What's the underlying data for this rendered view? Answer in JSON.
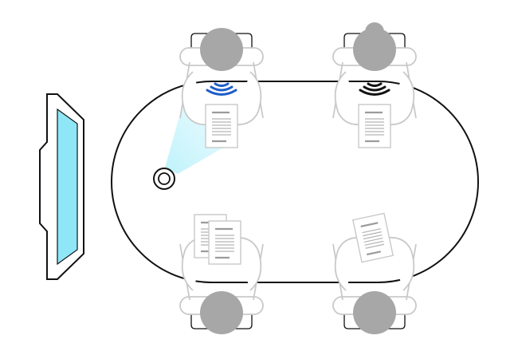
{
  "scene": {
    "kind": "meeting-room-top-view",
    "table": {
      "shape": "rounded-oval"
    },
    "display": {
      "position": "left-wall",
      "screen_color": "#8ee6f7"
    },
    "camera": {
      "beam_color": "#bff2fb",
      "target_seat": "top-left"
    },
    "seats": [
      {
        "position": "top-left",
        "person": "short-hair",
        "speaking": true,
        "sound_icon_color": "#1e5cc8",
        "papers": 1
      },
      {
        "position": "top-right",
        "person": "bun-hair",
        "speaking": true,
        "sound_icon_color": "#111111",
        "papers": 1
      },
      {
        "position": "bottom-left",
        "person": "short-hair",
        "speaking": false,
        "papers": 2
      },
      {
        "position": "bottom-right",
        "person": "short-hair",
        "speaking": false,
        "papers": 1
      }
    ],
    "colors": {
      "outline": "#111111",
      "person": "#a7a7a7",
      "chair_outline": "#c9c9c9",
      "paper_line": "#9b9b9b"
    }
  }
}
